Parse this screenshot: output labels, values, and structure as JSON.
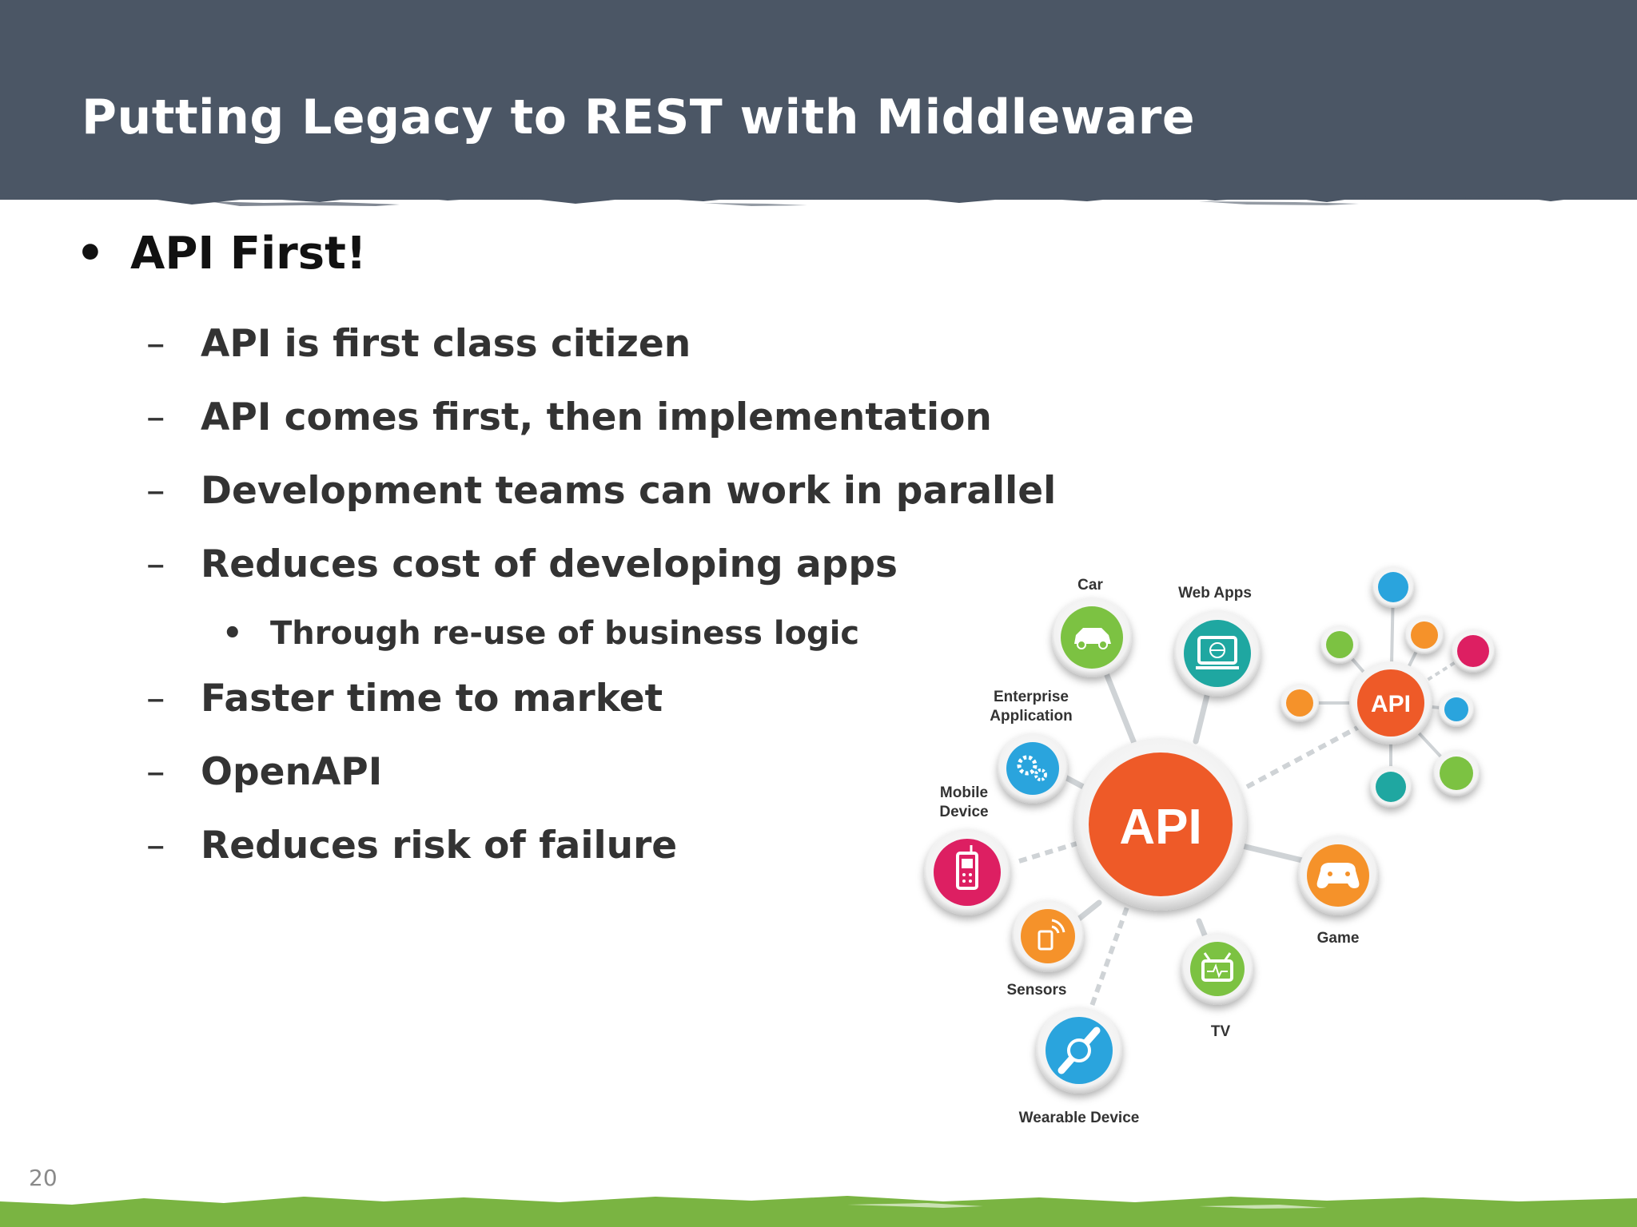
{
  "slide": {
    "title": "Putting Legacy to REST with Middleware",
    "page_number": "20"
  },
  "bullets": {
    "level1": {
      "text": "API First!",
      "marker": "•"
    },
    "level2_marker": "–",
    "items": [
      "API is first class citizen",
      "API comes first, then implementation",
      "Development teams can work in parallel",
      "Reduces cost of developing apps"
    ],
    "sub_item": {
      "text": "Through re-use of business logic",
      "marker": "•"
    },
    "items_after": [
      "Faster time to market",
      "OpenAPI",
      "Reduces risk of failure"
    ]
  },
  "diagram": {
    "hub_label": "API",
    "small_hub_label": "API",
    "nodes": {
      "car": "Car",
      "web_apps": "Web Apps",
      "enterprise_line1": "Enterprise",
      "enterprise_line2": "Application",
      "mobile_line1": "Mobile",
      "mobile_line2": "Device",
      "sensors": "Sensors",
      "wearable": "Wearable Device",
      "tv": "TV",
      "game": "Game"
    },
    "colors": {
      "header": "#4b5665",
      "hub": "#ee5a28",
      "green": "#7cc242",
      "teal": "#1fa7a1",
      "blue": "#2aa4dd",
      "pink": "#dd1f62",
      "orange": "#f5922a",
      "footer_green": "#7ab442"
    }
  }
}
